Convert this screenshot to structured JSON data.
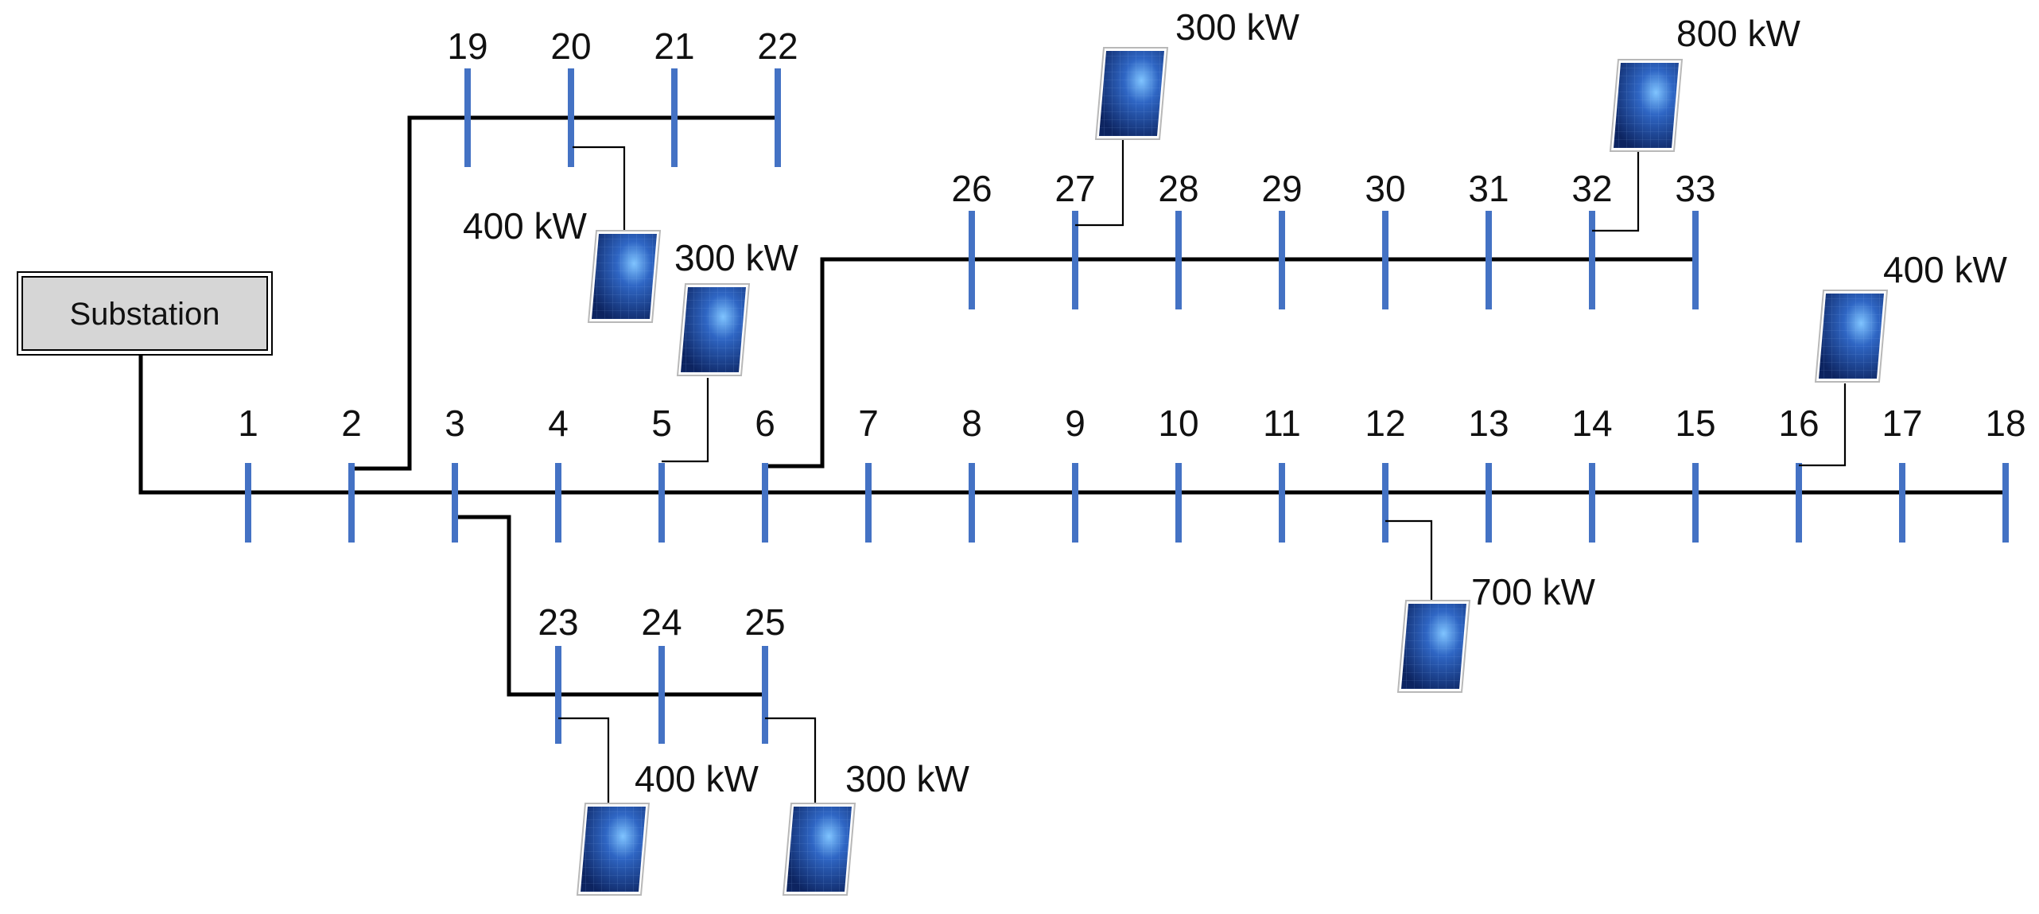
{
  "substation": {
    "label": "Substation"
  },
  "colors": {
    "bus": "#4472C4",
    "line": "#000000",
    "panel_dark": "#0f2a66",
    "panel_light": "#6fb3ff",
    "substation_fill": "#d6d6d6"
  },
  "buses": [
    "1",
    "2",
    "3",
    "4",
    "5",
    "6",
    "7",
    "8",
    "9",
    "10",
    "11",
    "12",
    "13",
    "14",
    "15",
    "16",
    "17",
    "18",
    "19",
    "20",
    "21",
    "22",
    "23",
    "24",
    "25",
    "26",
    "27",
    "28",
    "29",
    "30",
    "31",
    "32",
    "33"
  ],
  "pv": [
    {
      "bus": "20",
      "rating": "400 kW"
    },
    {
      "bus": "5",
      "rating": "300 kW"
    },
    {
      "bus": "27",
      "rating": "300 kW"
    },
    {
      "bus": "32",
      "rating": "800 kW"
    },
    {
      "bus": "16",
      "rating": "400 kW"
    },
    {
      "bus": "12",
      "rating": "700 kW"
    },
    {
      "bus": "23",
      "rating": "400 kW"
    },
    {
      "bus": "25",
      "rating": "300 kW"
    }
  ]
}
